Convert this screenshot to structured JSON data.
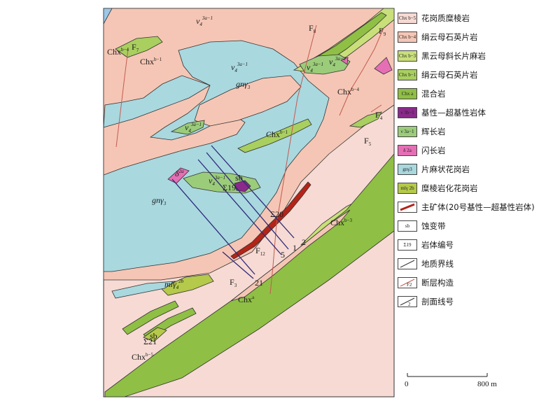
{
  "colors": {
    "granite_mylonite": "#f6dad3",
    "sericite_quartz_schist_a": "#f5c6b5",
    "biotite_plagioclase_gneiss": "#c9df7a",
    "sericite_quartz_schist_b": "#a9cf5f",
    "migmatite": "#8fbf44",
    "basic_ultrabasic": "#8a2a8a",
    "gabbro": "#9bcc7a",
    "diorite": "#e56fb5",
    "gneissic_granite": "#a9d8df",
    "mylonitized_granite": "#b5c94a",
    "ore_body": "#b52418",
    "fault_line": "#c45a50",
    "section_line": "#2e2a7a",
    "outline": "#333333",
    "water": "#9cc7e8"
  },
  "map": {
    "unit_labels": [
      {
        "id": "chx_b4_topleft",
        "text": "Chx",
        "sup": "b−4",
        "italic": false
      },
      {
        "id": "chx_b1",
        "text": "Chx",
        "sup": "b−1",
        "italic": false
      },
      {
        "id": "gamma_3a1_top",
        "text": "ν",
        "sub": "4",
        "sup": "3a−1",
        "italic": true
      },
      {
        "id": "gamma_3a1_mid",
        "text": "ν",
        "sub": "4",
        "sup": "3a−1",
        "italic": true
      },
      {
        "id": "gn_gamma3_top",
        "text": "gnγ",
        "sub": "3",
        "italic": true
      },
      {
        "id": "gamma_3a1_right",
        "text": "ν",
        "sub": "4",
        "sup": "3a−1",
        "italic": true
      },
      {
        "id": "gamma_3a2",
        "text": "ν",
        "sub": "4",
        "sup": "3a−2",
        "italic": true
      },
      {
        "id": "chx_b4_right",
        "text": "Chx",
        "sup": "b−4",
        "italic": false
      },
      {
        "id": "gamma_3a1_left",
        "text": "ν",
        "sub": "4",
        "sup": "3a−1",
        "italic": true
      },
      {
        "id": "chx_b1_center",
        "text": "Chx",
        "sup": "b−1",
        "italic": false
      },
      {
        "id": "delta_2a",
        "text": "δ",
        "sub": "4",
        "sup": "2a",
        "italic": true
      },
      {
        "id": "gamma_3b1",
        "text": "ν",
        "sub": "4",
        "sup": "3b−1",
        "italic": true
      },
      {
        "id": "gn_gamma3_left",
        "text": "gnγ",
        "sub": "3",
        "italic": true
      },
      {
        "id": "chx_b3",
        "text": "Chx",
        "sup": "b−3",
        "italic": false
      },
      {
        "id": "ml_gamma_2b",
        "text": "mlγ",
        "sub": "4",
        "sup": "2b",
        "italic": true
      },
      {
        "id": "chx_a",
        "text": "Chx",
        "sup": "a",
        "italic": false
      },
      {
        "id": "chx_b5",
        "text": "Chx",
        "sup": "b−5",
        "italic": false
      }
    ],
    "faults": [
      "F7",
      "F8",
      "F9",
      "F4",
      "F5",
      "F12",
      "F3"
    ],
    "rock_bodies": [
      "Σ19",
      "Σ20",
      "Σ21"
    ],
    "alteration": [
      "sb",
      "sb"
    ],
    "sections": [
      "1",
      "2",
      "5",
      "21"
    ]
  },
  "legend": [
    {
      "code": "Chx b−5",
      "label": "花岗质糜棱岩",
      "color": "#f6dad3"
    },
    {
      "code": "Chx b−4",
      "label": "绢云母石英片岩",
      "color": "#f5c6b5"
    },
    {
      "code": "Chx b−3",
      "label": "黑云母斜长片麻岩",
      "color": "#c9df7a"
    },
    {
      "code": "Chx b−1",
      "label": "绢云母石英片岩",
      "color": "#a9cf5f"
    },
    {
      "code": "Chx a",
      "label": "混合岩",
      "color": "#8fbf44"
    },
    {
      "code": "ν 3b−1",
      "label": "基性—超基性岩体",
      "color": "#8a2a8a"
    },
    {
      "code": "ν 3a−1",
      "label": "辉长岩",
      "color": "#9bcc7a"
    },
    {
      "code": "δ 2a",
      "label": "闪长岩",
      "color": "#e56fb5"
    },
    {
      "code": "gnγ3",
      "label": "片麻状花岗岩",
      "color": "#a9d8df"
    },
    {
      "code": "mlγ 2b",
      "label": "糜棱岩化花岗岩",
      "color": "#b5c94a"
    },
    {
      "code": "",
      "label": "主矿体(20号基性—超基性岩体)",
      "color": "#ffffff"
    },
    {
      "code": "sb",
      "label": "蚀变带",
      "color": "#ffffff"
    },
    {
      "code": "Σ19",
      "label": "岩体编号",
      "color": "#ffffff"
    },
    {
      "code": "",
      "label": "地质界线",
      "color": "#ffffff"
    },
    {
      "code": "F2",
      "label": "断层构造",
      "color": "#ffffff"
    },
    {
      "code": "2",
      "label": "剖面线号",
      "color": "#ffffff"
    }
  ],
  "scale": {
    "start": "0",
    "end": "800 m"
  }
}
